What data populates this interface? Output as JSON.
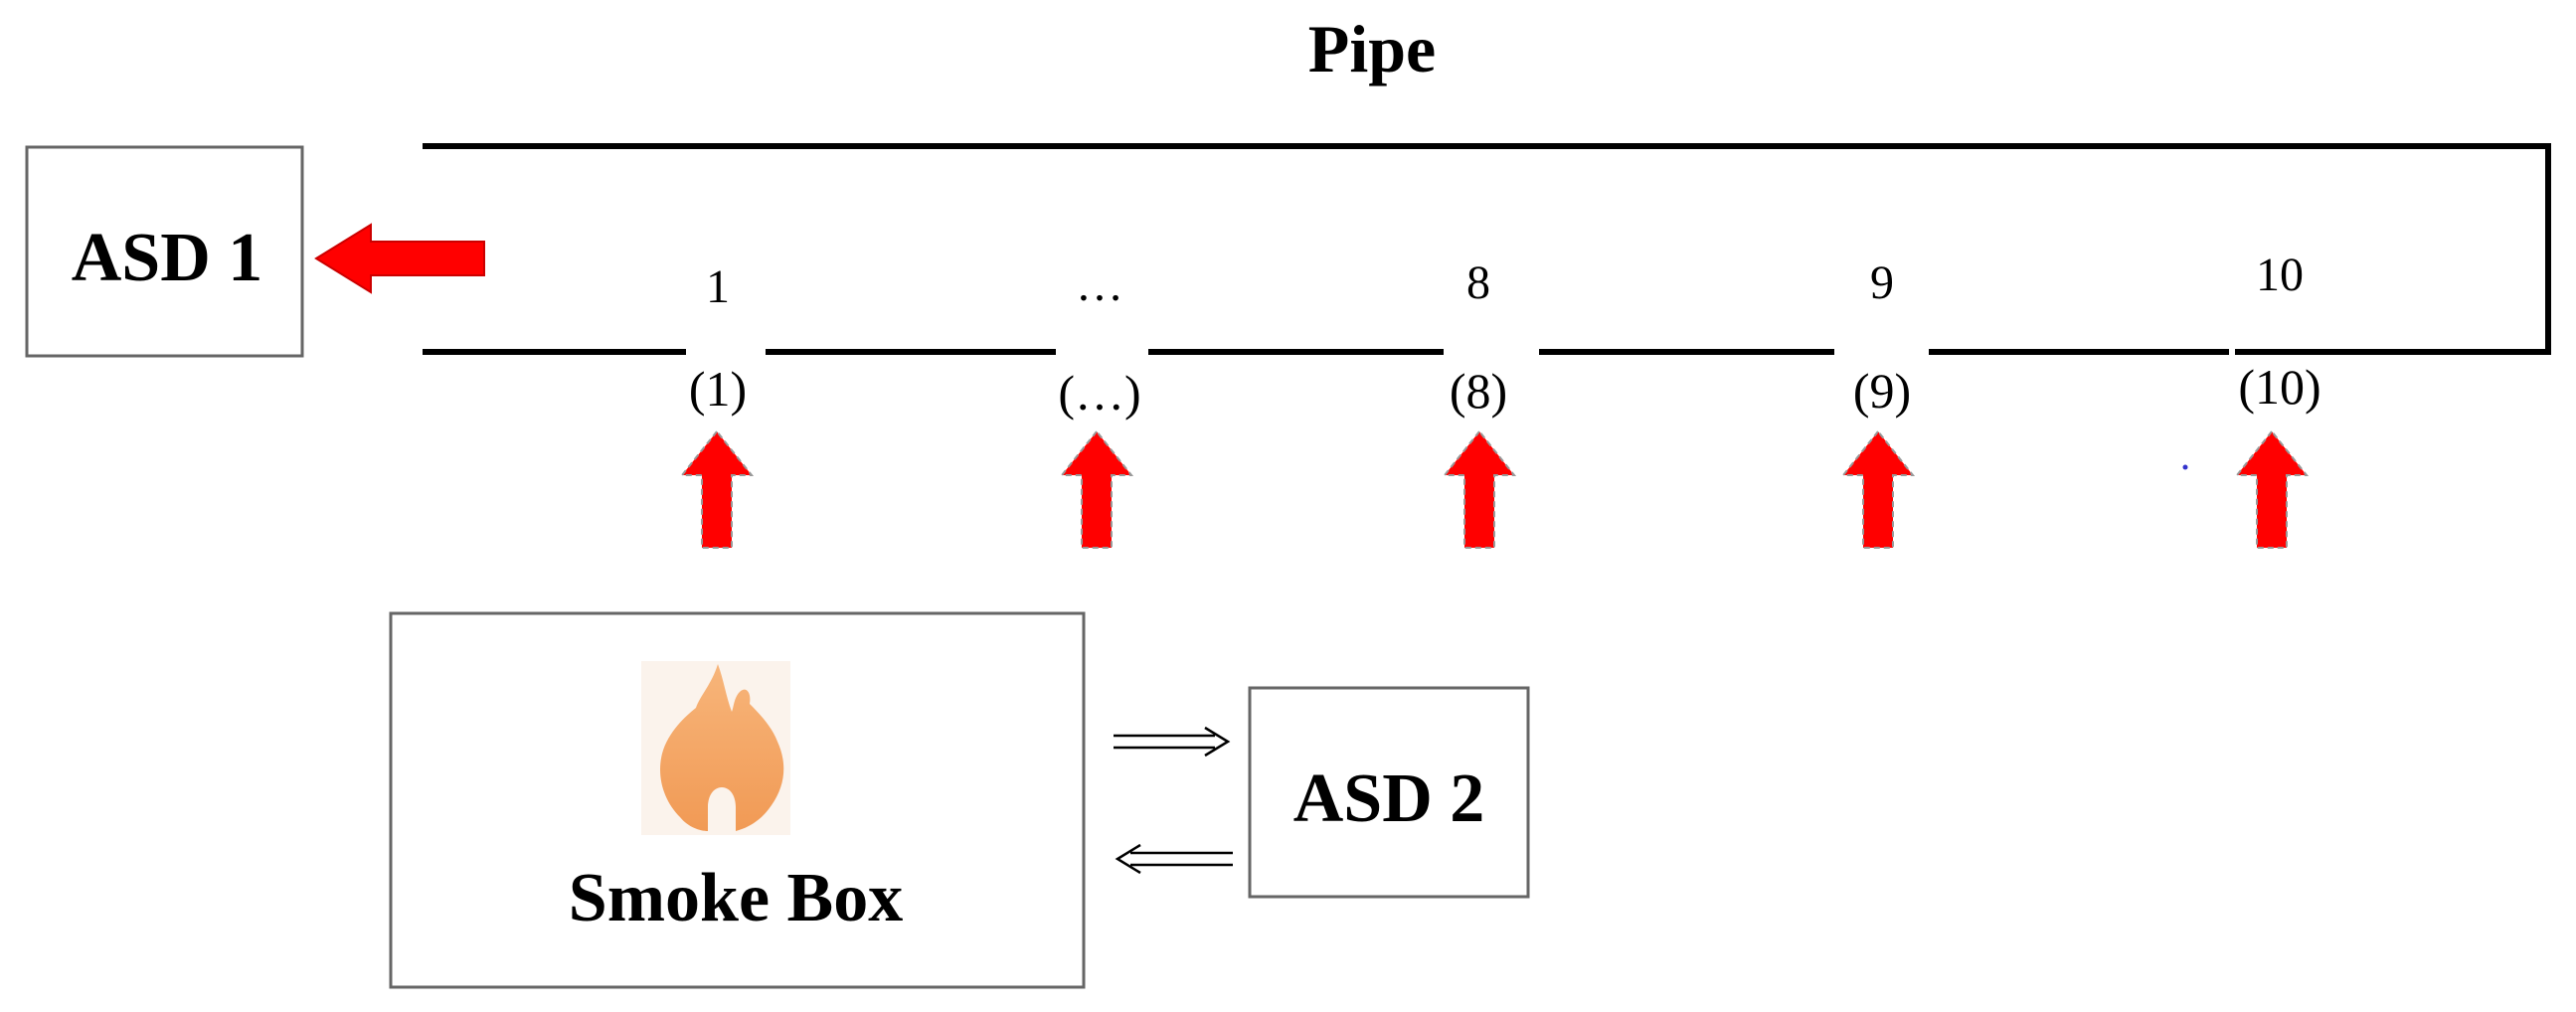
{
  "pipe": {
    "title": "Pipe"
  },
  "asd1": {
    "label": "ASD 1"
  },
  "asd2": {
    "label": "ASD 2"
  },
  "smoke_box": {
    "label": "Smoke Box",
    "icon": "flame-icon"
  },
  "holes": [
    {
      "top": "1",
      "bottom": "(1)"
    },
    {
      "top": "…",
      "bottom": "(…)"
    },
    {
      "top": "8",
      "bottom": "(8)"
    },
    {
      "top": "9",
      "bottom": "(9)"
    },
    {
      "top": "10",
      "bottom": "(10)"
    }
  ],
  "colors": {
    "arrow": "#ff0000",
    "box_border": "#666666",
    "pipe": "#000000",
    "flame": "#f4a460"
  }
}
